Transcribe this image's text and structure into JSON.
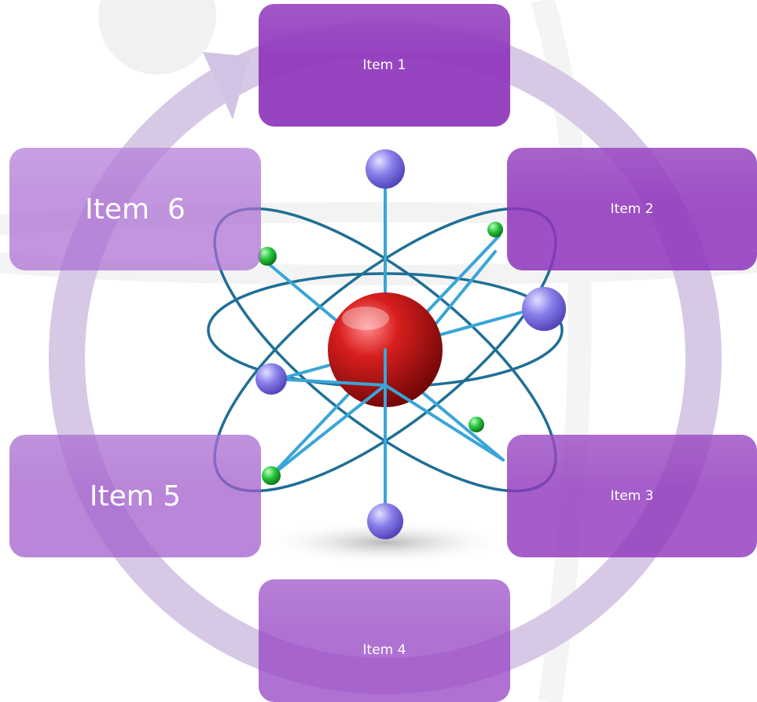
{
  "diagram": {
    "items": [
      {
        "label": "Item 1"
      },
      {
        "label": "Item 2"
      },
      {
        "label": "Item 3"
      },
      {
        "label": "Item 4"
      },
      {
        "label": "Item 5"
      },
      {
        "label": "Item  6"
      }
    ]
  },
  "colors": {
    "item_purple": "#8e34bc",
    "ring_lavender": "#d7c8e6",
    "nucleus_red": "#c41a1a",
    "electron_violet": "#7a6ee0",
    "electron_green": "#22c03a",
    "orbit_blue": "#1f6f96"
  },
  "icons": {
    "center_graphic": "atom-icon",
    "ring_arrow": "cycle-arrow-icon"
  }
}
